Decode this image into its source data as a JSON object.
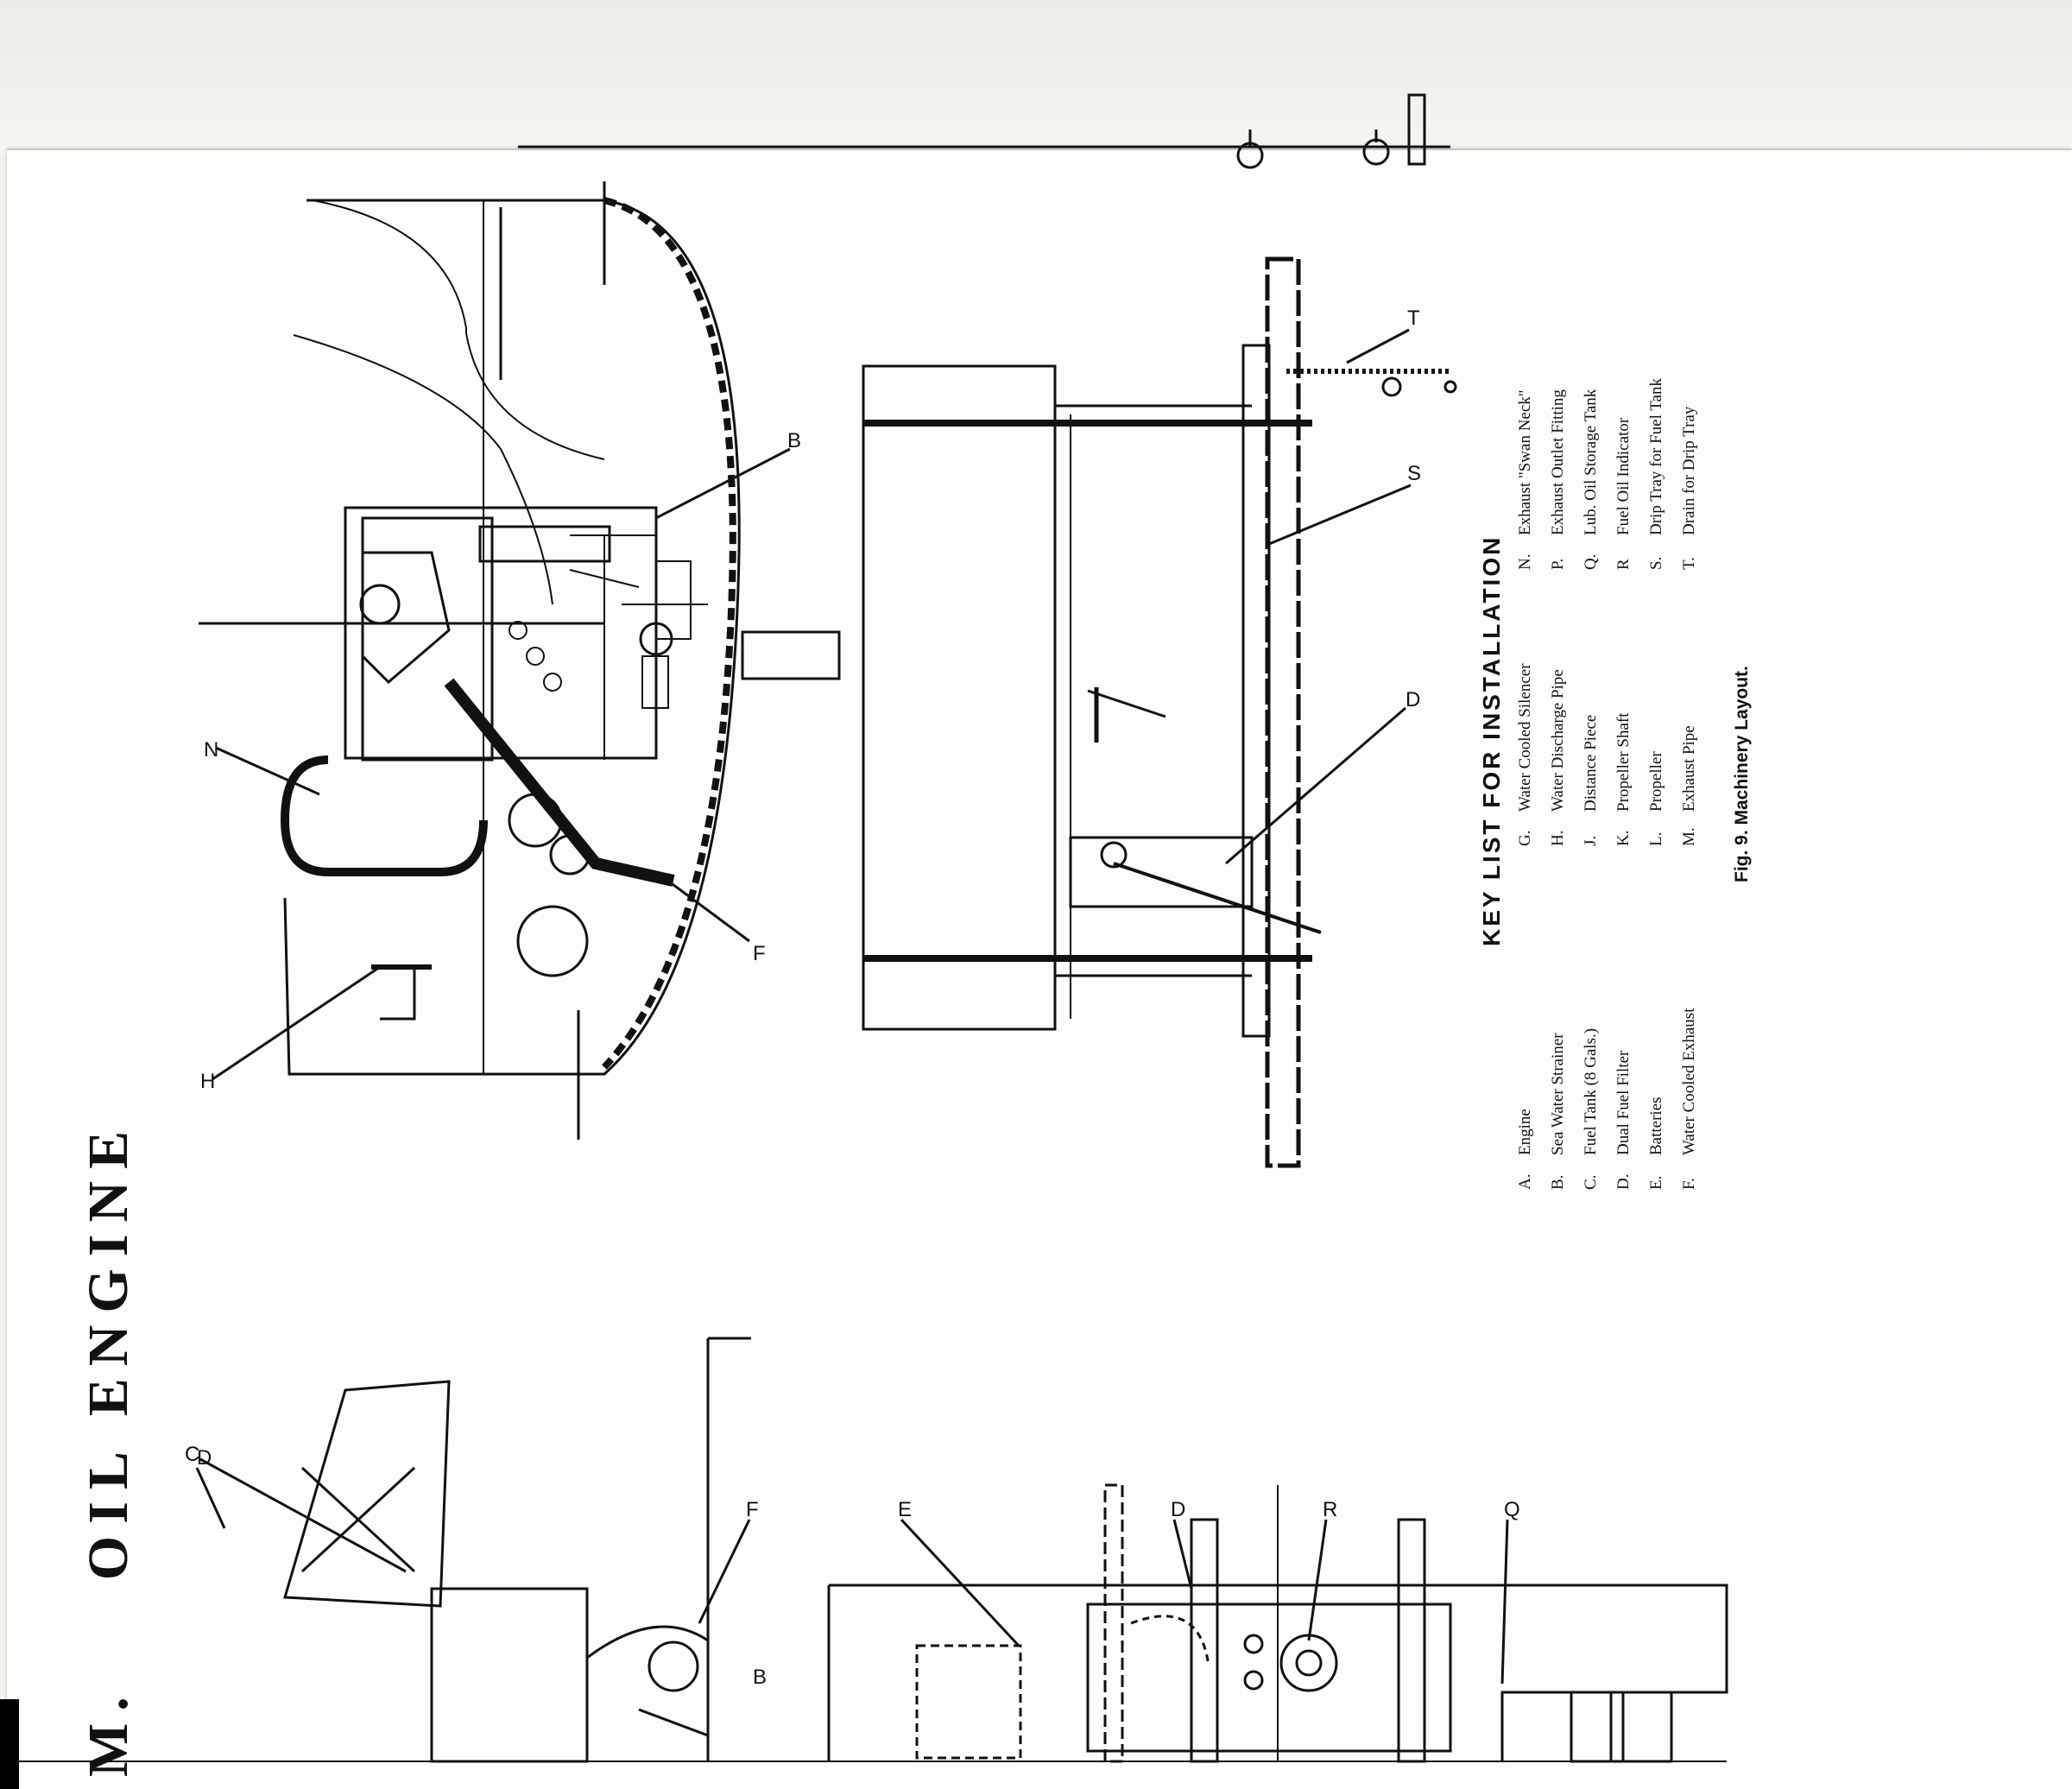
{
  "heading": {
    "prefix": "M.",
    "title": "OIL ENGINE"
  },
  "key": {
    "title": "KEY LIST FOR INSTALLATION",
    "column1": [
      {
        "letter": "A.",
        "text": "Engine"
      },
      {
        "letter": "B.",
        "text": "Sea Water Strainer"
      },
      {
        "letter": "C.",
        "text": "Fuel Tank (8 Gals.)"
      },
      {
        "letter": "D.",
        "text": "Dual Fuel Filter"
      },
      {
        "letter": "E.",
        "text": "Batteries"
      },
      {
        "letter": "F.",
        "text": "Water Cooled Exhaust"
      }
    ],
    "column2": [
      {
        "letter": "G.",
        "text": "Water Cooled Silencer"
      },
      {
        "letter": "H.",
        "text": "Water Discharge Pipe"
      },
      {
        "letter": "J.",
        "text": "Distance Piece"
      },
      {
        "letter": "K.",
        "text": "Propeller Shaft"
      },
      {
        "letter": "L.",
        "text": "Propeller"
      },
      {
        "letter": "M.",
        "text": "Exhaust Pipe"
      }
    ],
    "column3": [
      {
        "letter": "N.",
        "text": "Exhaust \"Swan Neck\""
      },
      {
        "letter": "P.",
        "text": "Exhaust Outlet Fitting"
      },
      {
        "letter": "Q.",
        "text": "Lub. Oil Storage Tank"
      },
      {
        "letter": "R",
        "text": "Fuel Oil Indicator"
      },
      {
        "letter": "S.",
        "text": "Drip Tray for Fuel Tank"
      },
      {
        "letter": "T.",
        "text": "Drain for Drip Tray"
      }
    ]
  },
  "caption": "Fig. 9. Machinery Layout.",
  "callouts": {
    "B": "B",
    "N": "N",
    "F": "F",
    "H": "H",
    "S": "S",
    "T": "T",
    "D": "D",
    "C": "C",
    "E": "E",
    "R": "R",
    "Q": "Q"
  }
}
